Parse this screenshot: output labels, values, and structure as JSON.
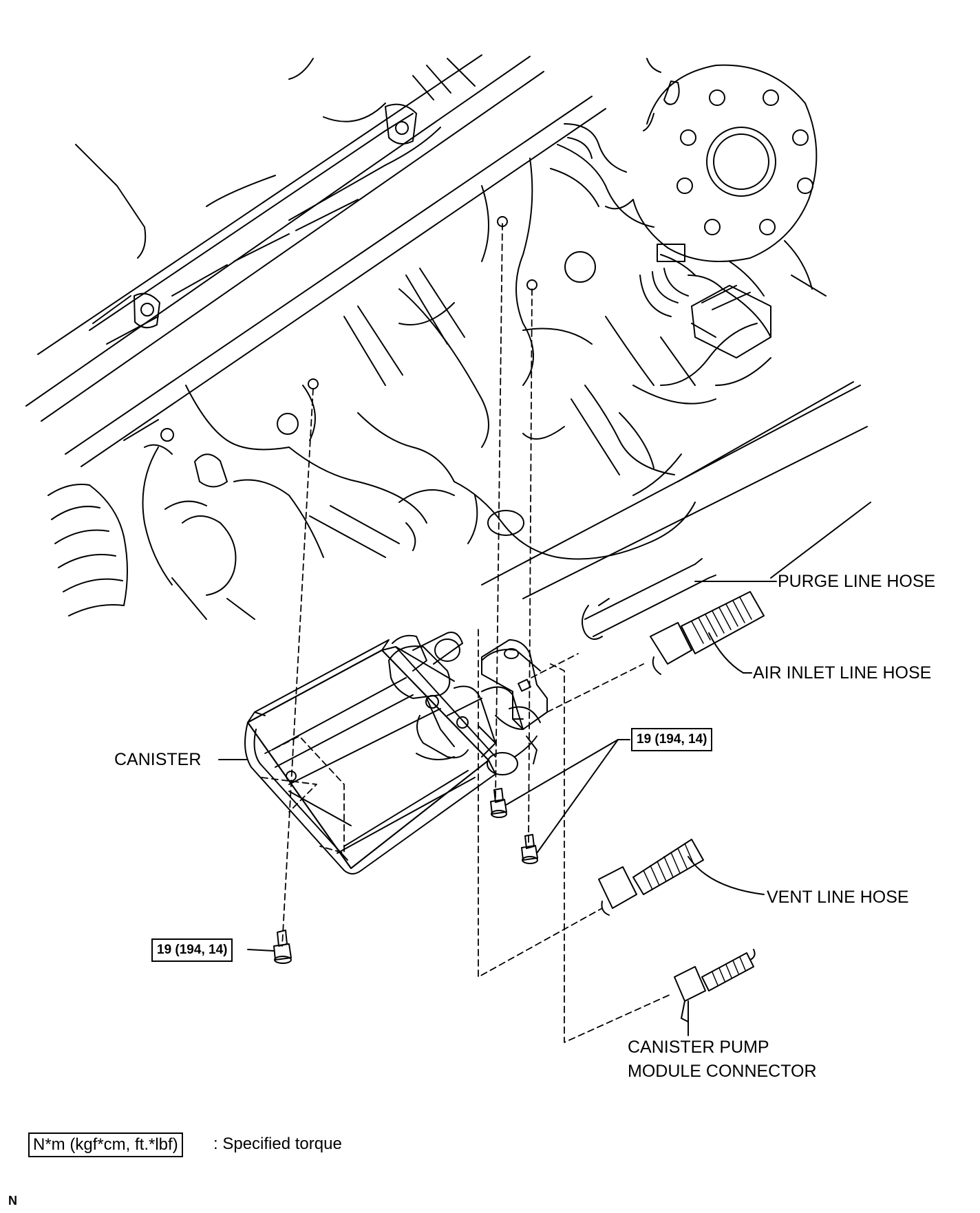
{
  "callouts": {
    "purge_line_hose": "PURGE LINE HOSE",
    "air_inlet_line_hose": "AIR INLET LINE HOSE",
    "canister": "CANISTER",
    "vent_line_hose": "VENT LINE HOSE",
    "canister_pump_module_connector_line1": "CANISTER PUMP",
    "canister_pump_module_connector_line2": "MODULE CONNECTOR"
  },
  "torque": {
    "upper": "19 (194, 14)",
    "lower": "19 (194, 14)"
  },
  "legend": {
    "unit_box": "N*m (kgf*cm, ft.*lbf)",
    "description": ": Specified torque"
  },
  "corner_mark": "N"
}
